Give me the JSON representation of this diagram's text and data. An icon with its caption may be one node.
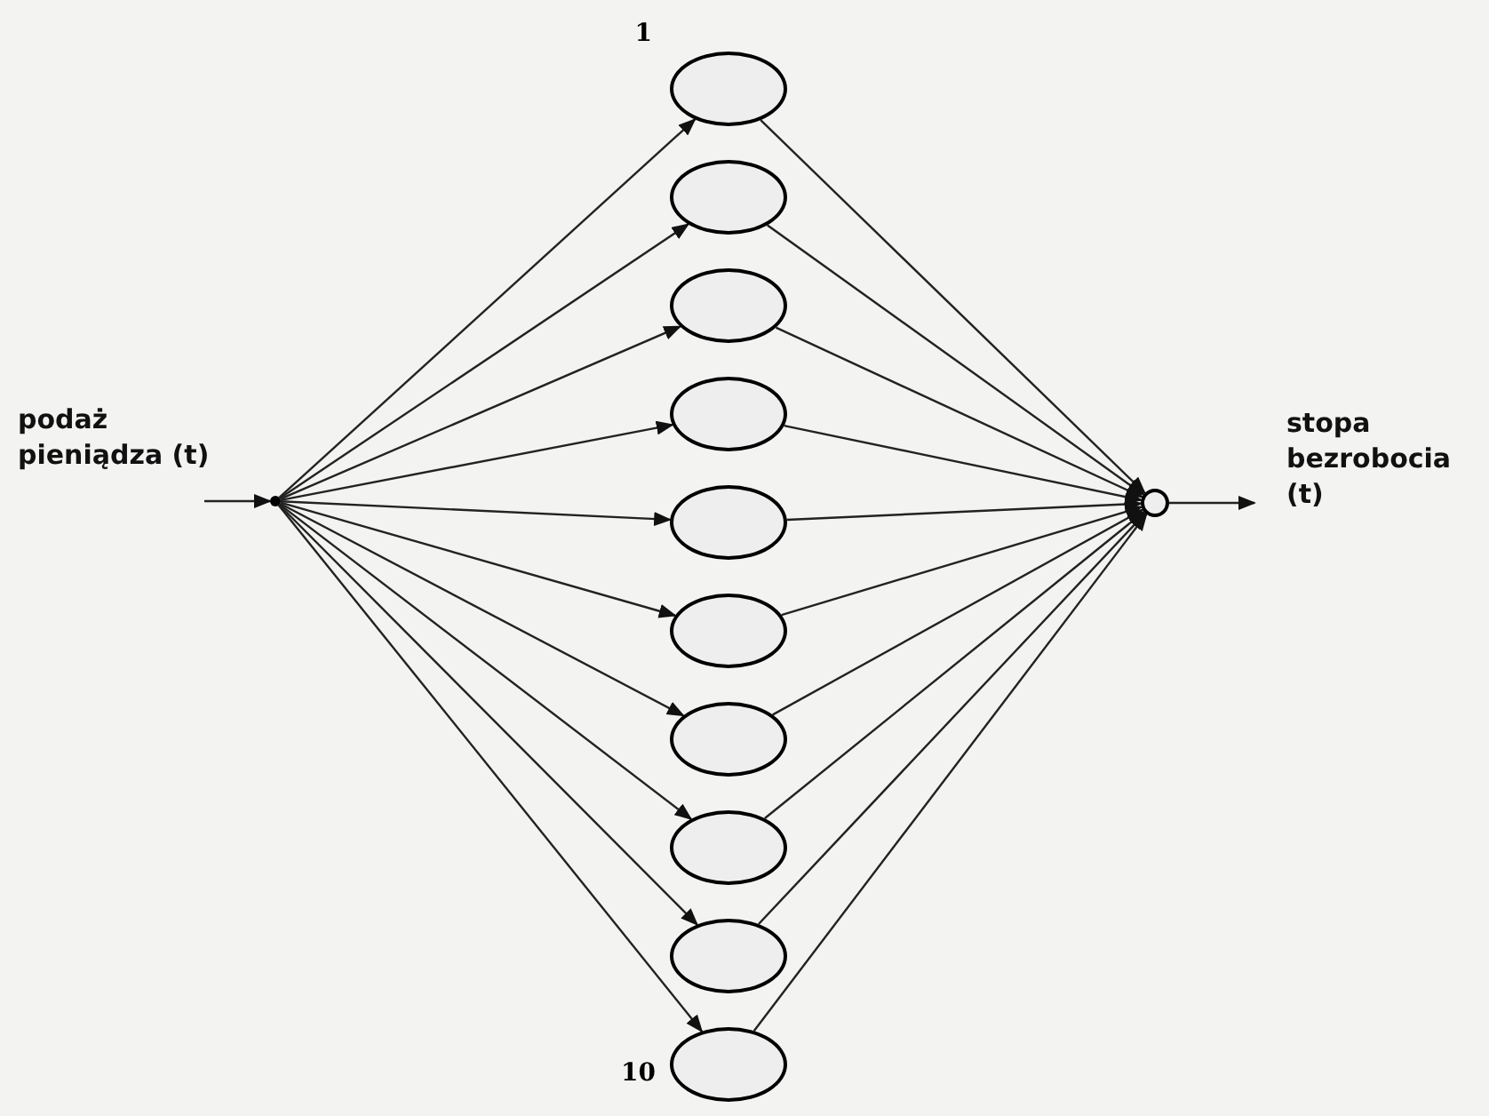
{
  "diagram": {
    "nodes": [
      {
        "text": [],
        "shape": "dot"
      },
      {
        "text": [],
        "shape": "ellipse",
        "beside": [
          "1"
        ]
      },
      {
        "text": [],
        "shape": "ellipse"
      },
      {
        "text": [],
        "shape": "ellipse"
      },
      {
        "text": [],
        "shape": "ellipse"
      },
      {
        "text": [],
        "shape": "ellipse"
      },
      {
        "text": [],
        "shape": "ellipse"
      },
      {
        "text": [],
        "shape": "ellipse"
      },
      {
        "text": [],
        "shape": "ellipse"
      },
      {
        "text": [],
        "shape": "ellipse"
      },
      {
        "text": [],
        "shape": "ellipse",
        "beside": [
          "10"
        ]
      },
      {
        "text": [],
        "shape": "circle"
      }
    ],
    "edges": [
      {
        "from": null,
        "to": 0,
        "arrow": "to"
      },
      {
        "from": 0,
        "to": 1,
        "arrow": "to"
      },
      {
        "from": 0,
        "to": 2,
        "arrow": "to"
      },
      {
        "from": 0,
        "to": 3,
        "arrow": "to"
      },
      {
        "from": 0,
        "to": 4,
        "arrow": "to"
      },
      {
        "from": 0,
        "to": 5,
        "arrow": "to"
      },
      {
        "from": 0,
        "to": 6,
        "arrow": "to"
      },
      {
        "from": 0,
        "to": 7,
        "arrow": "to"
      },
      {
        "from": 0,
        "to": 8,
        "arrow": "to"
      },
      {
        "from": 0,
        "to": 9,
        "arrow": "to"
      },
      {
        "from": 0,
        "to": 10,
        "arrow": "to"
      },
      {
        "from": 1,
        "to": 11,
        "arrow": "to"
      },
      {
        "from": 2,
        "to": 11,
        "arrow": "to"
      },
      {
        "from": 3,
        "to": 11,
        "arrow": "to"
      },
      {
        "from": 4,
        "to": 11,
        "arrow": "to"
      },
      {
        "from": 5,
        "to": 11,
        "arrow": "to"
      },
      {
        "from": 6,
        "to": 11,
        "arrow": "to"
      },
      {
        "from": 7,
        "to": 11,
        "arrow": "to"
      },
      {
        "from": 8,
        "to": 11,
        "arrow": "to"
      },
      {
        "from": 9,
        "to": 11,
        "arrow": "to"
      },
      {
        "from": 10,
        "to": 11,
        "arrow": "to"
      },
      {
        "from": 11,
        "to": null,
        "arrow": "to"
      }
    ],
    "labels": [
      "podaż pieniądza (t)",
      "stopa bezrobocia (t)"
    ]
  }
}
